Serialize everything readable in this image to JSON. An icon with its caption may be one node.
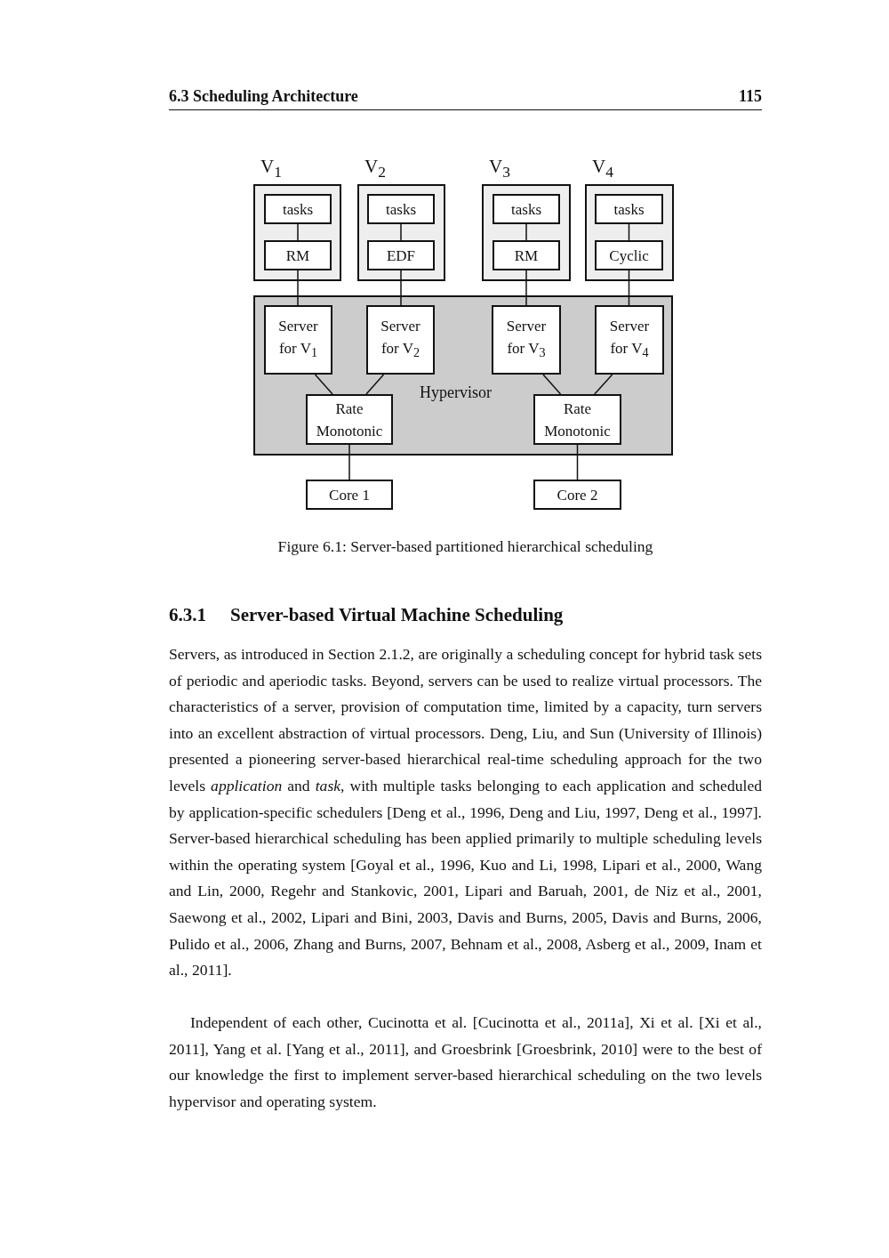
{
  "diagram": {
    "caption": "Figure 6.1: Server-based partitioned hierarchical scheduling",
    "nodes": [
      {
        "text": [
          "V$_{1}$"
        ]
      },
      {
        "text": [
          "tasks"
        ],
        "in": 0
      },
      {
        "text": [
          "RM"
        ],
        "in": 0
      },
      {
        "text": [
          "V$_{2}$"
        ]
      },
      {
        "text": [
          "tasks"
        ],
        "in": 3
      },
      {
        "text": [
          "EDF"
        ],
        "in": 3
      },
      {
        "text": [
          "V$_{3}$"
        ]
      },
      {
        "text": [
          "tasks"
        ],
        "in": 6
      },
      {
        "text": [
          "RM"
        ],
        "in": 6
      },
      {
        "text": [
          "V$_{4}$"
        ]
      },
      {
        "text": [
          "tasks"
        ],
        "in": 9
      },
      {
        "text": [
          "Cyclic"
        ],
        "in": 9
      },
      {
        "text": [
          "Hypervisor"
        ]
      },
      {
        "text": [
          "Server for V$_{1}$"
        ],
        "in": 12
      },
      {
        "text": [
          "Server for V$_{2}$"
        ],
        "in": 12
      },
      {
        "text": [
          "Server for V$_{3}$"
        ],
        "in": 12
      },
      {
        "text": [
          "Server for V$_{4}$"
        ],
        "in": 12
      },
      {
        "text": [
          "Rate Monotonic"
        ],
        "in": 12
      },
      {
        "text": [
          "Rate Monotonic"
        ],
        "in": 12
      },
      {
        "text": [
          "Core 1"
        ]
      },
      {
        "text": [
          "Core 2"
        ]
      }
    ],
    "edges": [
      {
        "from": 1,
        "to": 2,
        "arrow": "none"
      },
      {
        "from": 2,
        "to": 13,
        "arrow": "none"
      },
      {
        "from": 4,
        "to": 5,
        "arrow": "none"
      },
      {
        "from": 5,
        "to": 14,
        "arrow": "none"
      },
      {
        "from": 7,
        "to": 8,
        "arrow": "none"
      },
      {
        "from": 8,
        "to": 15,
        "arrow": "none"
      },
      {
        "from": 10,
        "to": 11,
        "arrow": "none"
      },
      {
        "from": 11,
        "to": 16,
        "arrow": "none"
      },
      {
        "from": 13,
        "to": 17,
        "arrow": "none"
      },
      {
        "from": 14,
        "to": 17,
        "arrow": "none"
      },
      {
        "from": 15,
        "to": 18,
        "arrow": "none"
      },
      {
        "from": 16,
        "to": 18,
        "arrow": "none"
      },
      {
        "from": 17,
        "to": 19,
        "arrow": "none"
      },
      {
        "from": 18,
        "to": 20,
        "arrow": "none"
      }
    ],
    "labels": [
      "6.3 Scheduling Architecture",
      "115",
      "6.3.1",
      "Server-based Virtual Machine Scheduling",
      "Servers, as introduced in Section 2.1.2, are originally a scheduling concept for hybrid task sets of periodic and aperiodic tasks. Beyond, servers can be used to realize virtual processors. The characteristics of a server, provision of computation time, limited by a capacity, turn servers into an excellent abstraction of virtual processors. Deng, Liu, and Sun (University of Illinois) presented a pioneering server-based hierarchical real-time scheduling approach for the two levels *application* and *task*, with multiple tasks belonging to each application and scheduled by application-specific schedulers [Deng et al., 1996, Deng and Liu, 1997, Deng et al., 1997]. Server-based hierarchical scheduling has been applied primarily to multiple scheduling levels within the operating system [Goyal et al., 1996, Kuo and Li, 1998, Lipari et al., 2000, Wang and Lin, 2000, Regehr and Stankovic, 2001, Lipari and Baruah, 2001, de Niz et al., 2001, Saewong et al., 2002, Lipari and Bini, 2003, Davis and Burns, 2005, Davis and Burns, 2006, Pulido et al., 2006, Zhang and Burns, 2007, Behnam et al., 2008, Asberg et al., 2009, Inam et al., 2011].",
      "Independent of each other, Cucinotta et al. [Cucinotta et al., 2011a], Xi et al. [Xi et al., 2011], Yang et al. [Yang et al., 2011], and Groesbrink [Groesbrink, 2010] were to the best of our knowledge the first to implement server-based hierarchical scheduling on the two levels hypervisor and operating system."
    ]
  }
}
